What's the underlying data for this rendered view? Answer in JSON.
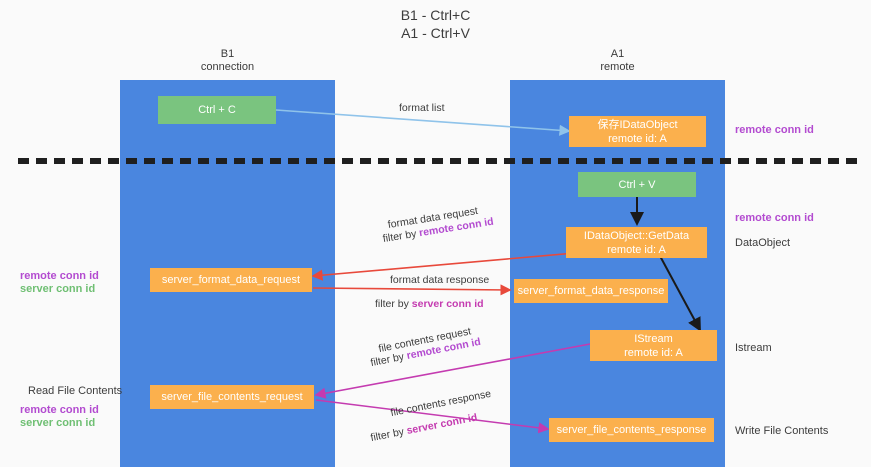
{
  "title": {
    "line1": "B1 - Ctrl+C",
    "line2": "A1 - Ctrl+V"
  },
  "lanes": [
    {
      "id": "b1",
      "name": "B1",
      "sub": "connection"
    },
    {
      "id": "a1",
      "name": "A1",
      "sub": "remote"
    }
  ],
  "nodes": {
    "ctrl_c": {
      "label": "Ctrl + C",
      "color": "#7ac47f"
    },
    "save_idataobject": {
      "line1": "保存IDataObject",
      "line2": "remote id: A",
      "color": "#fbb04d"
    },
    "ctrl_v": {
      "label": "Ctrl + V",
      "color": "#7ac47f"
    },
    "getdata": {
      "line1": "IDataObject::GetData",
      "line2": "remote id: A",
      "color": "#fbb04d"
    },
    "server_format_data_request": {
      "label": "server_format_data_request",
      "color": "#fbb04d"
    },
    "server_format_data_response": {
      "label": "server_format_data_response",
      "color": "#fbb04d"
    },
    "istream": {
      "line1": "IStream",
      "line2": "remote id: A",
      "color": "#fbb04d"
    },
    "server_file_contents_request": {
      "label": "server_file_contents_request",
      "color": "#fbb04d"
    },
    "server_file_contents_response": {
      "label": "server_file_contents_response",
      "color": "#fbb04d"
    }
  },
  "edge_labels": {
    "format_list": "format list",
    "format_data_request": "format data request",
    "format_data_request_filter_prefix": "filter by ",
    "format_data_request_filter_key": "remote conn id",
    "format_data_response": "format data response",
    "format_data_response_filter_prefix": "filter by ",
    "format_data_response_filter_key": "server conn id",
    "file_contents_request": "file contents request",
    "file_contents_request_filter_prefix": "filter by ",
    "file_contents_request_filter_key": "remote conn id",
    "file_contents_response": "file contents response",
    "file_contents_response_filter_prefix": "filter by ",
    "file_contents_response_filter_key": "server conn id"
  },
  "annotations": {
    "right_remote_conn_id_top": "remote conn id",
    "right_remote_conn_id_mid": "remote conn id",
    "right_dataobject": "DataObject",
    "right_istream": "Istream",
    "right_write_file_contents": "Write File Contents",
    "left_remote_conn_id": "remote conn id",
    "left_server_conn_id": "server conn id",
    "left_read_file_contents": "Read File Contents",
    "left_remote_conn_id_2": "remote conn id",
    "left_server_conn_id_2": "server conn id"
  },
  "colors": {
    "lane": "#4a86df",
    "green_node": "#7ac47f",
    "orange_node": "#fbb04d",
    "purple": "#b34bd0",
    "green_text": "#6fbf73",
    "arrow_blue": "#8fc3ea",
    "arrow_red": "#e8493b",
    "arrow_magenta": "#c43bb0",
    "arrow_black": "#1a1a1a",
    "background": "#fafafa",
    "divider": "#1f1f1f"
  }
}
